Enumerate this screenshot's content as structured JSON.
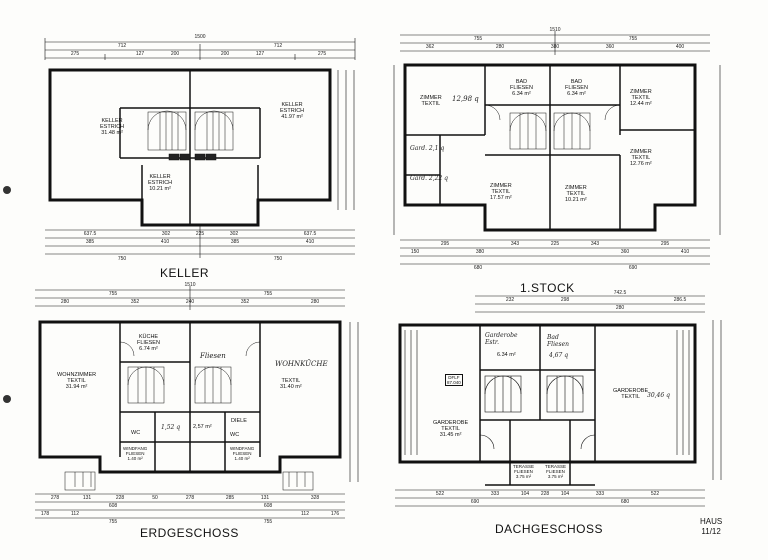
{
  "plans": {
    "keller": {
      "title": "KELLER",
      "rooms": {
        "left": [
          "KELLER",
          "ESTRICH",
          "31.48 m²"
        ],
        "right": [
          "KELLER",
          "ESTRICH",
          "41.97 m²"
        ],
        "center": [
          "KELLER",
          "ESTRICH",
          "10.21 m²"
        ]
      },
      "dims_top": [
        "1500",
        "712",
        "712",
        "275",
        "127",
        "200",
        "200",
        "127",
        "275"
      ],
      "dims_bottom": [
        "637.5",
        "302",
        "225",
        "302",
        "637.5",
        "385",
        "410",
        "385",
        "410",
        "750",
        "750"
      ]
    },
    "stock": {
      "title": "1.STOCK",
      "rooms": {
        "zimmer_tl": [
          "ZIMMER",
          "TEXTIL"
        ],
        "zimmer_tl_area": "12,98 q",
        "bad_l": [
          "BAD",
          "FLIESEN",
          "6.34 m²"
        ],
        "bad_r": [
          "BAD",
          "FLIESEN",
          "6.34 m²"
        ],
        "zimmer_tr1": [
          "ZIMMER",
          "TEXTIL",
          "12.44 m²"
        ],
        "zimmer_tr2": [
          "ZIMMER",
          "TEXTIL",
          "12.76 m²"
        ],
        "zimmer_c1": [
          "ZIMMER",
          "TEXTIL",
          "17.57 m²"
        ],
        "zimmer_c2": [
          "ZIMMER",
          "TEXTIL",
          "10.21 m²"
        ],
        "gard1": "Gard. 2,1 q",
        "gard2": "Gard. 2,22 q"
      },
      "dims_top": [
        "1510",
        "755",
        "755",
        "362",
        "280",
        "380",
        "360",
        "400"
      ],
      "dims_bottom": [
        "295",
        "343",
        "225",
        "343",
        "295",
        "150",
        "380",
        "360",
        "410",
        "680",
        "690"
      ]
    },
    "erdgeschoss": {
      "title": "ERDGESCHOSS",
      "rooms": {
        "wohn_l": [
          "WOHNZIMMER",
          "TEXTIL",
          "31.94 m²"
        ],
        "kueche": [
          "KÜCHE",
          "FLIESEN",
          "6.74 m²"
        ],
        "fliesen_hw": "Fliesen",
        "wohnkueche_hw": "WOHNKÜCHE",
        "wohn_r": [
          "TEXTIL",
          "31.40 m²"
        ],
        "wc_l": "WC",
        "wc_r": "WC",
        "vorraum_l": [
          "WINDFANG",
          "FLIESEN",
          "1.40 m²"
        ],
        "vorraum_r": [
          "WINDFANG",
          "FLIESEN",
          "1.40 m²"
        ],
        "diele": "DIELE",
        "area_small": "1,52 q",
        "area_small2": "2,57 m²"
      },
      "dims_top": [
        "1510",
        "755",
        "755",
        "280",
        "352",
        "240",
        "352",
        "280"
      ],
      "dims_bottom": [
        "278",
        "131",
        "228",
        "50",
        "278",
        "285",
        "131",
        "328",
        "608",
        "608",
        "178",
        "112",
        "112",
        "176",
        "755",
        "755"
      ]
    },
    "dachgeschoss": {
      "title": "DACHGESCHOSS",
      "rooms": {
        "garderobe_l": [
          "GARDEROBE",
          "TEXTIL",
          "31.45 m²"
        ],
        "garderobe_tl": [
          "Garderobe",
          "Estr."
        ],
        "garderobe_tl_area": "6.34 m²",
        "bad": [
          "Bad",
          "Fliesen"
        ],
        "bad_area": "4,67 q",
        "garderobe_r": [
          "GARDEROBE",
          "TEXTIL"
        ],
        "garderobe_r_area": "30,46 q",
        "terrasse_l": [
          "TERASSE",
          "FLIESEN",
          "3.75 m²"
        ],
        "terrasse_r": [
          "TERASSE",
          "FLIESEN",
          "3.75 m²"
        ],
        "dachfl": [
          "DFLF",
          "87.040"
        ]
      },
      "dims_top": [
        "742.5",
        "232",
        "298",
        "280",
        "286.5"
      ],
      "dims_bottom": [
        "522",
        "333",
        "104",
        "228",
        "104",
        "333",
        "522",
        "690",
        "680"
      ]
    }
  },
  "footer": {
    "line1": "HAUS",
    "line2": "11/12"
  }
}
